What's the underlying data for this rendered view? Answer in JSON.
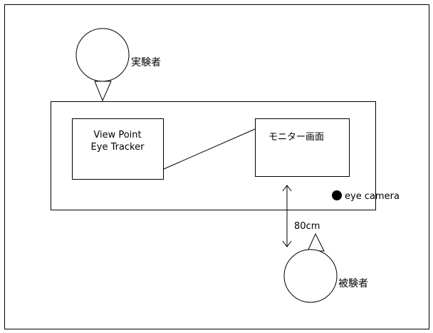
{
  "labels": {
    "experimenter": "実験者",
    "tracker_line1": "View Point",
    "tracker_line2": "Eye Tracker",
    "monitor": "モニター画面",
    "eye_camera": "eye camera",
    "distance": "80cm",
    "subject": "被験者"
  }
}
